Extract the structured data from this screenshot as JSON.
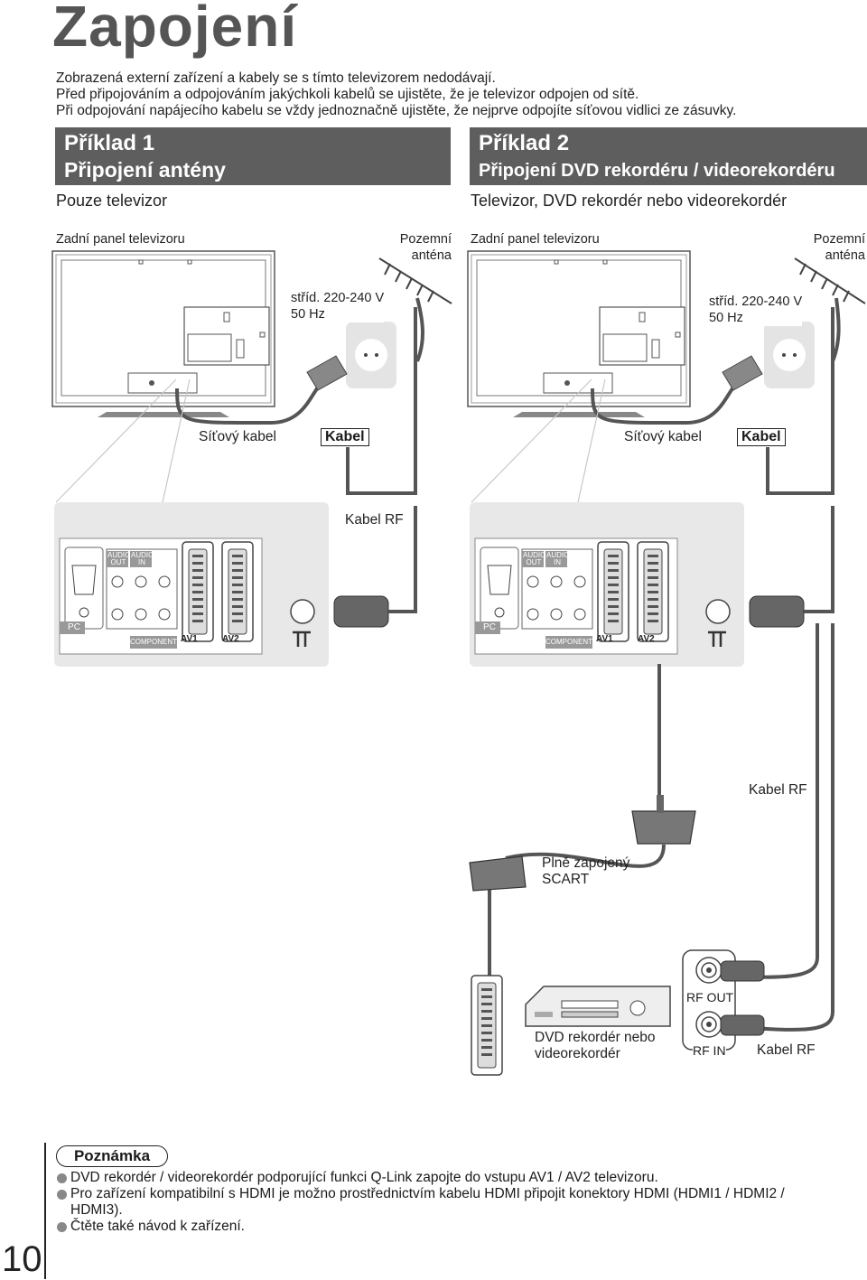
{
  "page": {
    "title": "Zapojení",
    "intro": [
      "Zobrazená externí zařízení a kabely se s tímto televizorem nedodávají.",
      "Před připojováním a odpojováním jakýchkoli kabelů se ujistěte, že je televizor odpojen od sítě.",
      "Při odpojování napájecího kabelu se vždy jednoznačně ujistěte, že nejprve odpojíte síťovou vidlici ze zásuvky."
    ],
    "page_number": "10"
  },
  "example1": {
    "title": "Příklad 1",
    "subtitle": "Připojení antény",
    "scope": "Pouze televizor",
    "tv_rear": "Zadní panel televizoru",
    "antenna_l1": "Pozemní",
    "antenna_l2": "anténa",
    "power_l1": "stříd. 220-240 V",
    "power_l2": "50 Hz",
    "mains_cable": "Síťový kabel",
    "cable": "Kabel",
    "rf_cable": "Kabel RF"
  },
  "example2": {
    "title": "Příklad 2",
    "subtitle": "Připojení DVD rekordéru / videorekordéru",
    "scope": "Televizor, DVD rekordér nebo videorekordér",
    "tv_rear": "Zadní panel televizoru",
    "antenna_l1": "Pozemní",
    "antenna_l2": "anténa",
    "power_l1": "stříd. 220-240 V",
    "power_l2": "50 Hz",
    "mains_cable": "Síťový kabel",
    "cable": "Kabel",
    "rf_cable_top": "Kabel RF",
    "scart_l1": "Plně zapojený",
    "scart_l2": "SCART",
    "rf_out": "RF OUT",
    "rf_in": "RF IN",
    "recorder_l1": "DVD rekordér nebo",
    "recorder_l2": "videorekordér",
    "rf_cable_bottom": "Kabel RF"
  },
  "panel_labels": {
    "audio_out": "AUDIO OUT",
    "audio_in": "AUDIO IN",
    "pc": "PC",
    "component": "COMPONENT",
    "av1": "AV1",
    "av2": "AV2"
  },
  "note": {
    "heading": "Poznámka",
    "items": [
      "DVD rekordér / videorekordér podporující funkci Q-Link zapojte do vstupu AV1 / AV2 televizoru.",
      "Pro zařízení kompatibilní s HDMI je možno prostřednictvím kabelu HDMI připojit konektory HDMI (HDMI1 / HDMI2 / HDMI3).",
      "Čtěte také návod k zařízení."
    ]
  }
}
